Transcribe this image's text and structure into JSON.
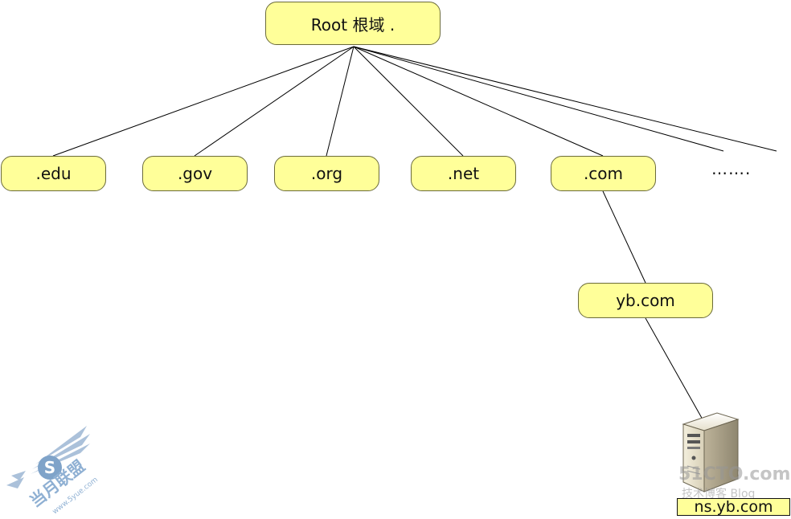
{
  "root": {
    "label": "Root 根域 ."
  },
  "tld": [
    {
      "key": "edu",
      "label": ".edu"
    },
    {
      "key": "gov",
      "label": ".gov"
    },
    {
      "key": "org",
      "label": ".org"
    },
    {
      "key": "net",
      "label": ".net"
    },
    {
      "key": "com",
      "label": ".com"
    }
  ],
  "more_label": "…….",
  "second_level": {
    "label": "yb.com"
  },
  "host": {
    "label": "ns.yb.com",
    "icon": "server-icon"
  },
  "watermark": {
    "brand": "51CTO.com",
    "tagline": "技术博客 Blog",
    "left_logo_text": "当月联盟",
    "left_logo_letter": "S",
    "left_logo_url": "www.5yue.com"
  },
  "colors": {
    "node_fill": "#ffff99",
    "node_border": "#6b6b3a",
    "line": "#000000",
    "text": "#111111"
  }
}
